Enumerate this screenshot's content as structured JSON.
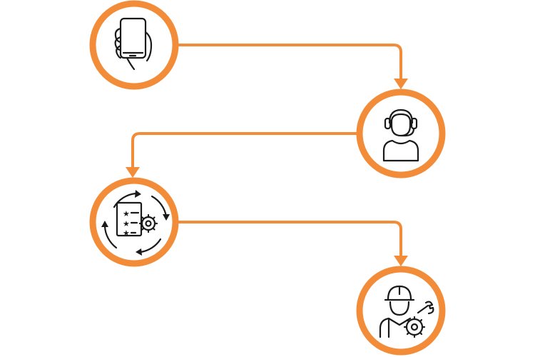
{
  "diagram": {
    "accent_color": "#F28C38",
    "icon_color": "#1a1a1a",
    "steps": [
      {
        "id": "step-1",
        "icon": "hand-holding-smartphone-icon"
      },
      {
        "id": "step-2",
        "icon": "customer-support-headset-icon"
      },
      {
        "id": "step-3",
        "icon": "review-checklist-gear-cycle-icon"
      },
      {
        "id": "step-4",
        "icon": "technician-hard-hat-wrench-gear-icon"
      }
    ],
    "connectors": [
      {
        "from": "step-1",
        "to": "step-2"
      },
      {
        "from": "step-2",
        "to": "step-3"
      },
      {
        "from": "step-3",
        "to": "step-4"
      }
    ]
  }
}
